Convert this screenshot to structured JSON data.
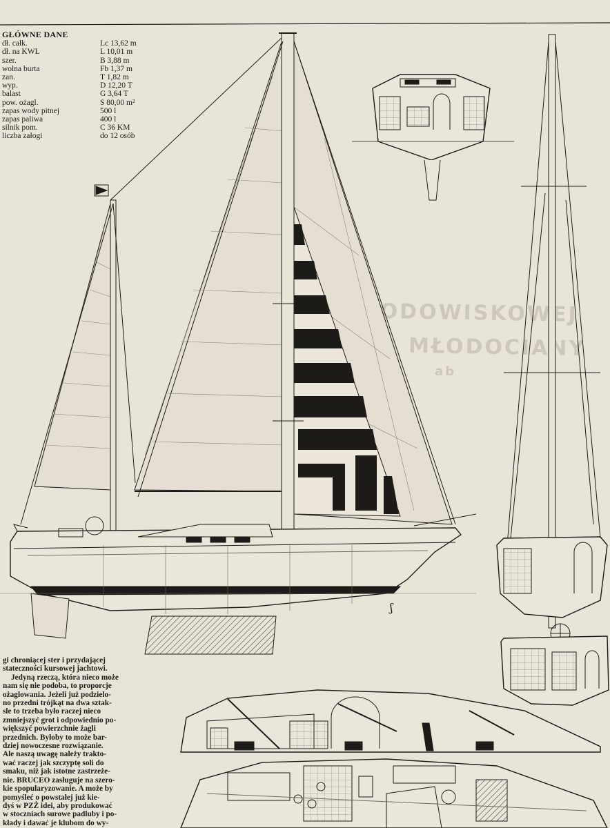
{
  "specs": {
    "title": "GŁÓWNE DANE",
    "rows": [
      {
        "label": "dł. całk.",
        "value": "Lc 13,62 m"
      },
      {
        "label": "dł. na KWL",
        "value": "L 10,01 m"
      },
      {
        "label": "szer.",
        "value": "B 3,88 m"
      },
      {
        "label": "wolna burta",
        "value": "Fb 1,37 m"
      },
      {
        "label": "zan.",
        "value": "T 1,82 m"
      },
      {
        "label": "wyp.",
        "value": "D 12,20 T"
      },
      {
        "label": "balast",
        "value": "G 3,64 T"
      },
      {
        "label": "pow. ożagl.",
        "value": "S 80,00 m²"
      },
      {
        "label": "zapas wody pitnej",
        "value": "500 l"
      },
      {
        "label": "zapas paliwa",
        "value": "400 l"
      },
      {
        "label": "silnik pom.",
        "value": "C 36 KM"
      },
      {
        "label": "liczba załogi",
        "value": "do 12 osób"
      }
    ]
  },
  "article": {
    "lines": [
      "gi chroniącej ster i przydającej",
      "stateczności kursowej jachtowi.",
      "Jedyną rzeczą, która nieco może",
      "nam się nie podoba, to proporcje",
      "ożaglowania. Jeżeli już podzielo-",
      "no przedni trójkąt na dwa sztak-",
      "sle to trzeba było raczej nieco",
      "zmniejszyć grot i odpowiednio po-",
      "większyć powierzchnie żagli",
      "przednich. Byłoby to może bar-",
      "dziej nowoczesne rozwiązanie.",
      "Ale naszą uwagę należy trakto-",
      "wać raczej jak szczyptę soli do",
      "smaku, niż jak istotne zastrzeże-",
      "nie. BRUCEO zasługuje na szero-",
      "kie spopularyzowanie. A może by",
      "pomyśleć o powstałej już kie-",
      "dyś w PZŻ idei, aby produkować",
      "w stoczniach surowe padluby i po-",
      "kłady i dawać je klubom do wy-"
    ]
  },
  "bleed_through": {
    "line1": "ŚRODOWISKOWEJ",
    "line2": "MŁODOCIANY",
    "line3": "ab"
  },
  "colors": {
    "paper": "#e9e4d8",
    "ink": "#1d1b18"
  }
}
